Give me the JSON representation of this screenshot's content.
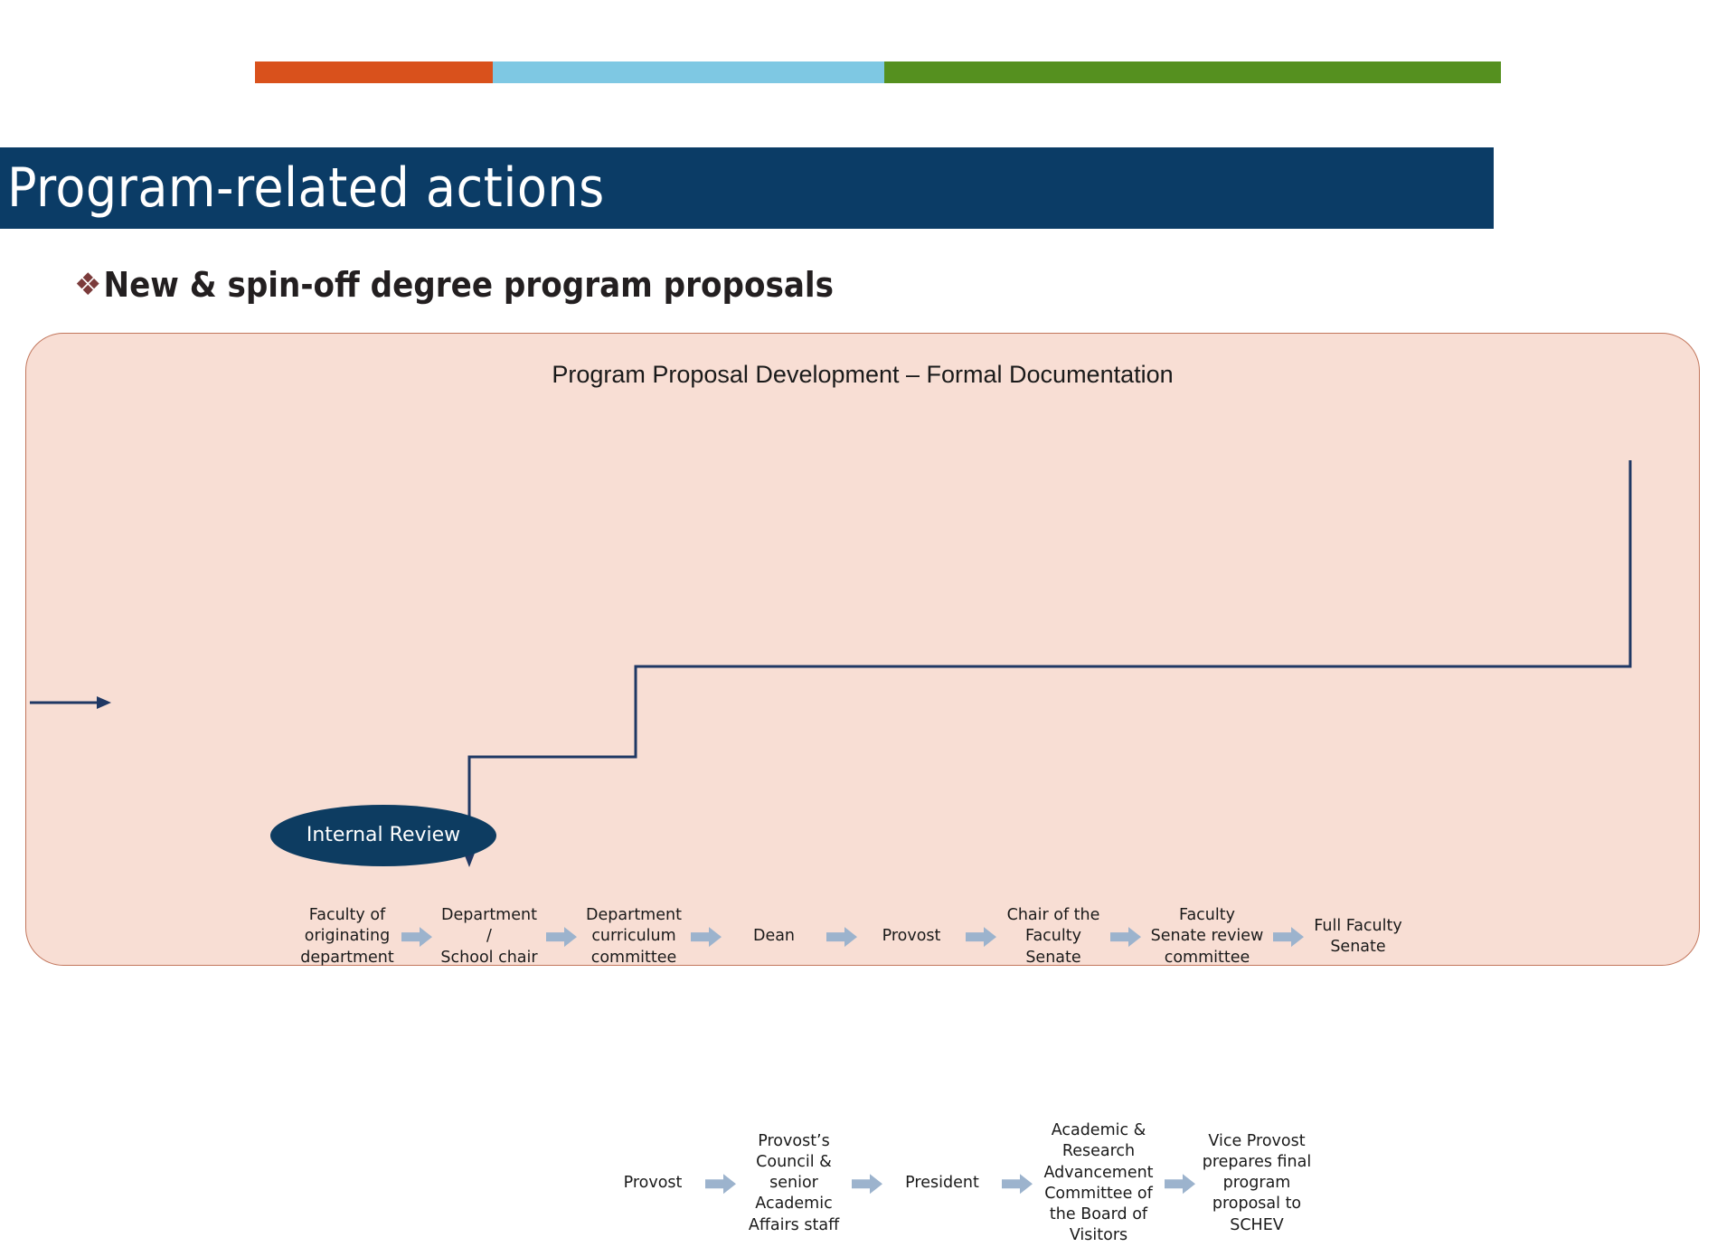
{
  "slide": {
    "title": "Program-related actions",
    "bullet_glyph": "❖",
    "bullet_text": "New & spin-off degree program proposals"
  },
  "accent_bar": {
    "segments": [
      {
        "name": "orange",
        "color": "#d9511c"
      },
      {
        "name": "light-blue",
        "color": "#7ec8e3"
      },
      {
        "name": "green",
        "color": "#55901f"
      }
    ]
  },
  "colors": {
    "title_band": "#0b3c66",
    "panel_fill": "#f8ded4",
    "panel_border": "#c2765c",
    "ellipse_fill": "#0d3c61",
    "arrow_fill": "#9cb3cd",
    "connector_stroke": "#1f3864",
    "bullet": "#7b3b3b"
  },
  "diagram": {
    "title": "Program Proposal Development – Formal Documentation",
    "internal_review_label": "Internal Review",
    "row1": [
      "Faculty of\noriginating\ndepartment",
      "Department /\nSchool chair",
      "Department\ncurriculum\ncommittee",
      "Dean",
      "Provost",
      "Chair of the\nFaculty\nSenate",
      "Faculty\nSenate review\ncommittee",
      "Full Faculty\nSenate"
    ],
    "row2": [
      "Provost",
      "Provost’s\nCouncil &\nsenior\nAcademic\nAffairs staff",
      "President",
      "Academic &\nResearch\nAdvancement\nCommittee of\nthe Board of\nVisitors",
      "Vice Provost\nprepares final\nprogram\nproposal to\nSCHEV"
    ]
  }
}
